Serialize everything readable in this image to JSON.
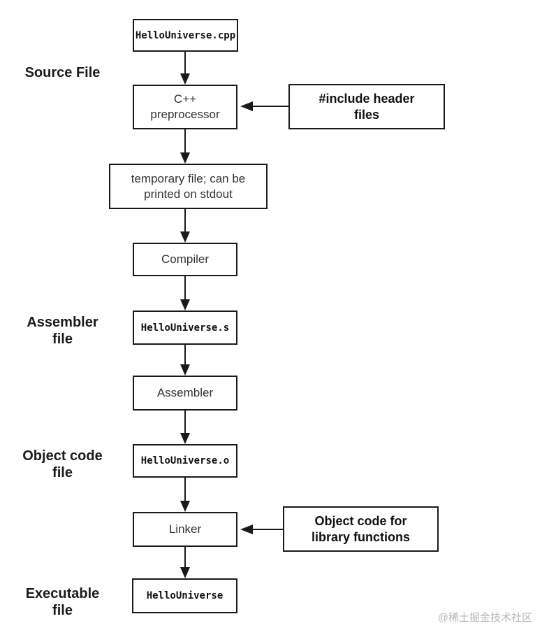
{
  "page": {
    "watermark": "@稀土掘金技术社区"
  },
  "diagram": {
    "type": "flowchart",
    "topic": "C++ compilation pipeline",
    "stage_labels": {
      "source": "Source File",
      "assembler": "Assembler\nfile",
      "object": "Object code\nfile",
      "executable": "Executable\nfile"
    },
    "nodes": {
      "source_file": "HelloUniverse.cpp",
      "preprocessor": "C++\npreprocessor",
      "include_headers": "#include header\nfiles",
      "temp_file": "temporary file; can be\nprinted on stdout",
      "compiler": "Compiler",
      "assembler_file": "HelloUniverse.s",
      "assembler": "Assembler",
      "object_file": "HelloUniverse.o",
      "linker": "Linker",
      "library_objects": "Object code for\nlibrary functions",
      "executable_file": "HelloUniverse"
    },
    "edges": [
      "source_file -> preprocessor",
      "include_headers -> preprocessor",
      "preprocessor -> temp_file",
      "temp_file -> compiler",
      "compiler -> assembler_file",
      "assembler_file -> assembler",
      "assembler -> object_file",
      "object_file -> linker",
      "library_objects -> linker",
      "linker -> executable_file"
    ],
    "colors": {
      "box_border": "#1a1a1a",
      "box_fill": "#ffffff",
      "arrow": "#1a1a1a",
      "watermark": "#b5b5b5"
    }
  }
}
